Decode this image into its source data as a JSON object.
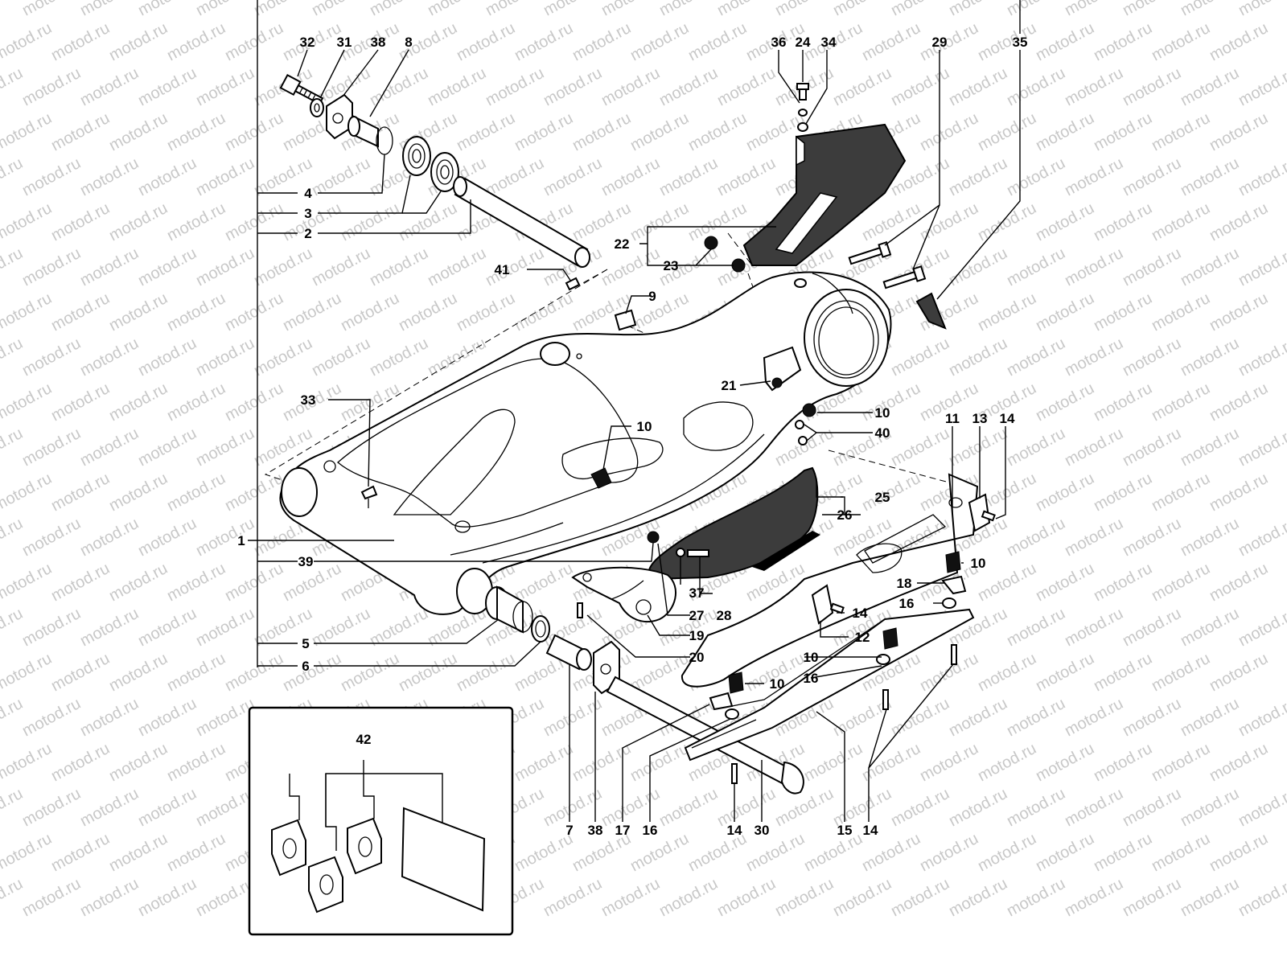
{
  "watermark": "motod.ru",
  "labels": [
    {
      "id": "32",
      "text": "32"
    },
    {
      "id": "31",
      "text": "31"
    },
    {
      "id": "38a",
      "text": "38"
    },
    {
      "id": "8",
      "text": "8"
    },
    {
      "id": "36",
      "text": "36"
    },
    {
      "id": "24",
      "text": "24"
    },
    {
      "id": "34",
      "text": "34"
    },
    {
      "id": "29",
      "text": "29"
    },
    {
      "id": "35",
      "text": "35"
    },
    {
      "id": "4",
      "text": "4"
    },
    {
      "id": "3",
      "text": "3"
    },
    {
      "id": "2",
      "text": "2"
    },
    {
      "id": "22",
      "text": "22"
    },
    {
      "id": "23",
      "text": "23"
    },
    {
      "id": "41",
      "text": "41"
    },
    {
      "id": "9",
      "text": "9"
    },
    {
      "id": "21",
      "text": "21"
    },
    {
      "id": "10a",
      "text": "10"
    },
    {
      "id": "40",
      "text": "40"
    },
    {
      "id": "33",
      "text": "33"
    },
    {
      "id": "10b",
      "text": "10"
    },
    {
      "id": "11",
      "text": "11"
    },
    {
      "id": "13",
      "text": "13"
    },
    {
      "id": "14a",
      "text": "14"
    },
    {
      "id": "25",
      "text": "25"
    },
    {
      "id": "26",
      "text": "26"
    },
    {
      "id": "1",
      "text": "1"
    },
    {
      "id": "39",
      "text": "39"
    },
    {
      "id": "10c",
      "text": "10"
    },
    {
      "id": "18",
      "text": "18"
    },
    {
      "id": "16a",
      "text": "16"
    },
    {
      "id": "37",
      "text": "37"
    },
    {
      "id": "27",
      "text": "27"
    },
    {
      "id": "28",
      "text": "28"
    },
    {
      "id": "14b",
      "text": "14"
    },
    {
      "id": "12",
      "text": "12"
    },
    {
      "id": "19",
      "text": "19"
    },
    {
      "id": "5",
      "text": "5"
    },
    {
      "id": "20",
      "text": "20"
    },
    {
      "id": "10d",
      "text": "10"
    },
    {
      "id": "6",
      "text": "6"
    },
    {
      "id": "16b",
      "text": "16"
    },
    {
      "id": "10e",
      "text": "10"
    },
    {
      "id": "42",
      "text": "42"
    },
    {
      "id": "7",
      "text": "7"
    },
    {
      "id": "38b",
      "text": "38"
    },
    {
      "id": "17",
      "text": "17"
    },
    {
      "id": "16c",
      "text": "16"
    },
    {
      "id": "14c",
      "text": "14"
    },
    {
      "id": "30",
      "text": "30"
    },
    {
      "id": "15",
      "text": "15"
    },
    {
      "id": "14d",
      "text": "14"
    }
  ]
}
